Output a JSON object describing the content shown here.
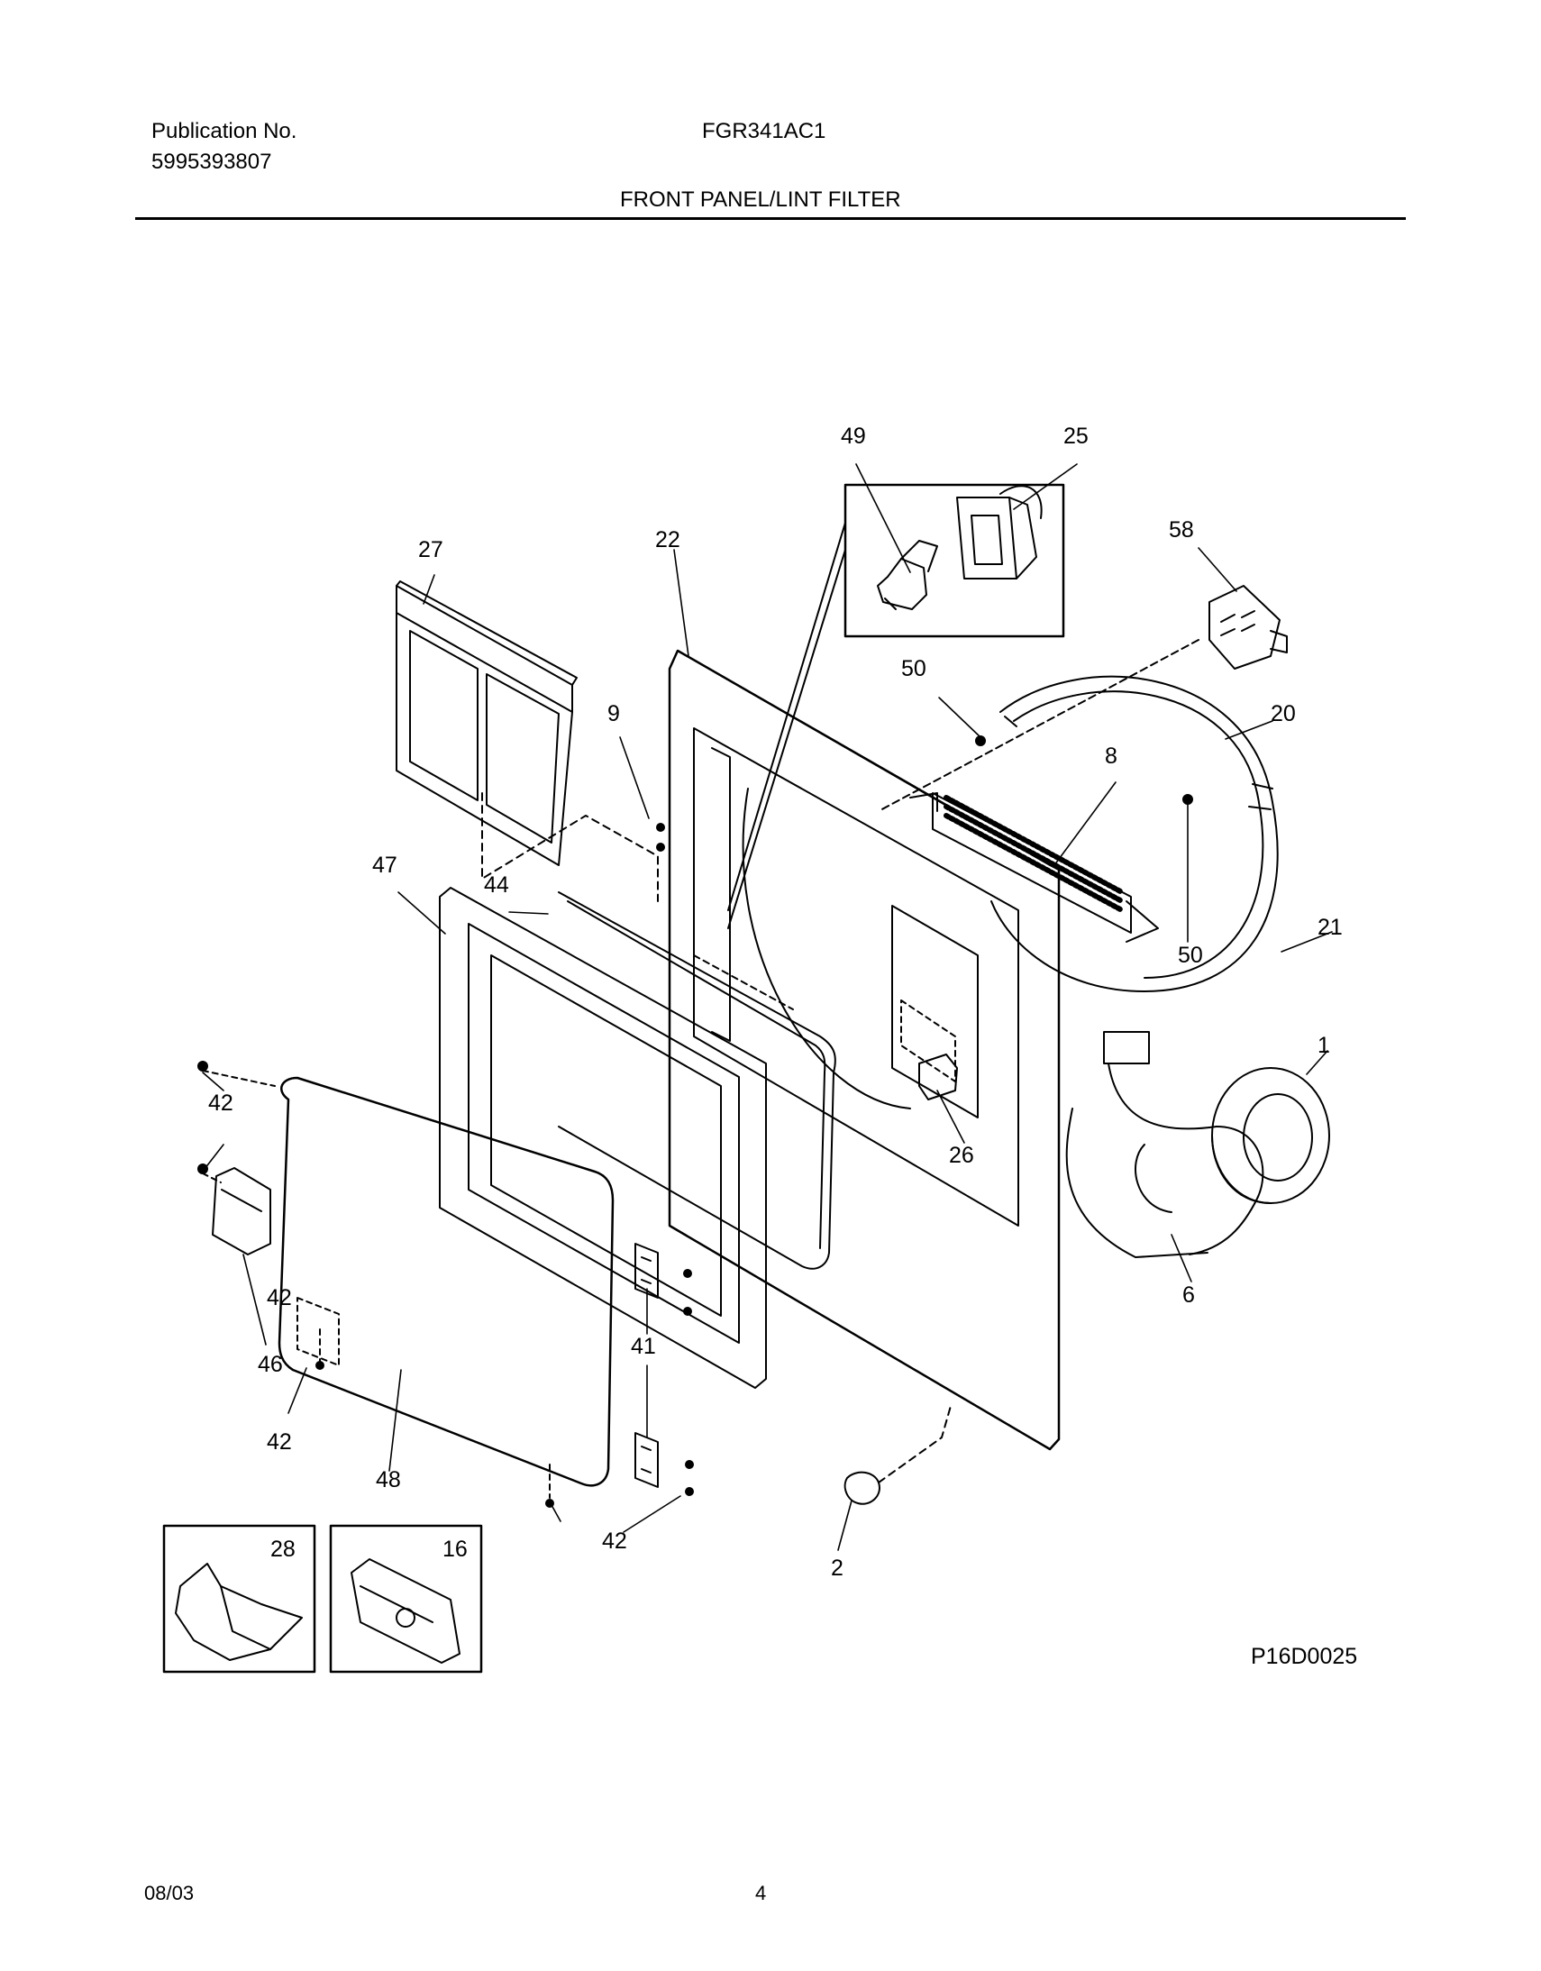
{
  "header": {
    "publication_label": "Publication No.",
    "publication_number": "5995393807",
    "model": "FGR341AC1",
    "section_title": "FRONT PANEL/LINT FILTER"
  },
  "callouts": [
    "49",
    "25",
    "27",
    "22",
    "58",
    "50",
    "9",
    "20",
    "8",
    "47",
    "44",
    "50",
    "21",
    "1",
    "42",
    "42",
    "26",
    "6",
    "41",
    "46",
    "42",
    "48",
    "42",
    "2",
    "28",
    "16"
  ],
  "drawing_id": "P16D0025",
  "footer": {
    "date": "08/03",
    "page": "4"
  }
}
